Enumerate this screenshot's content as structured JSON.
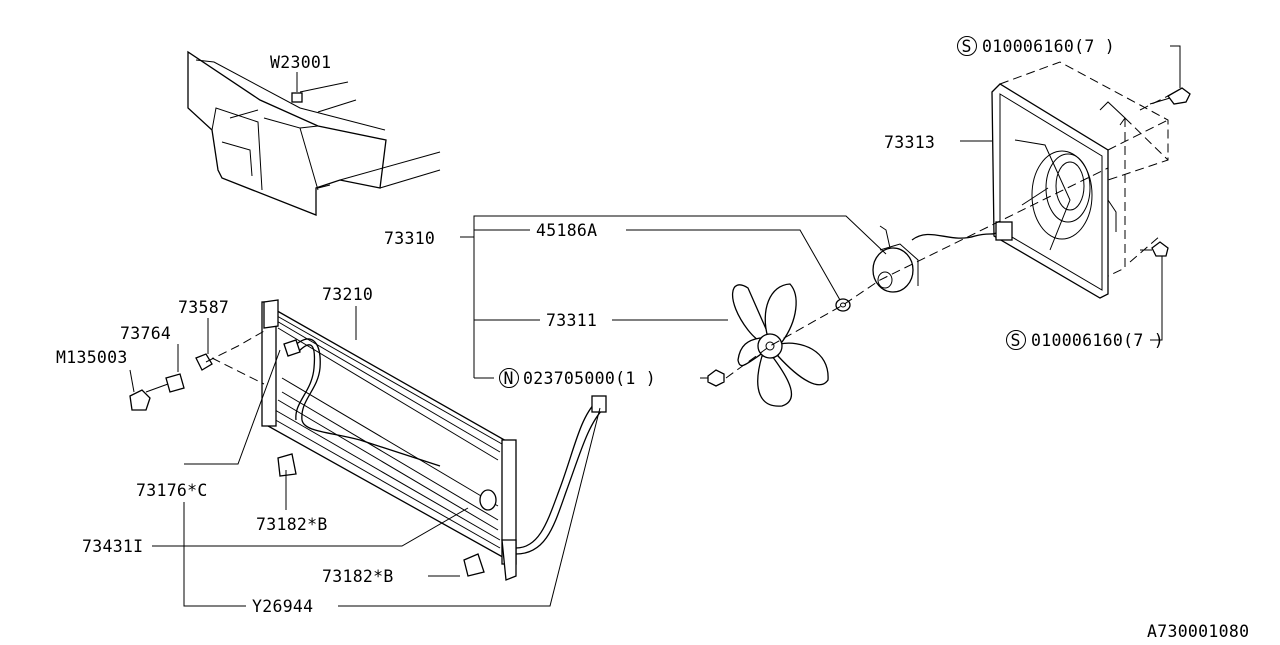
{
  "labels": {
    "w23001": "W23001",
    "s_top": "010006160(7  )",
    "s_bottom": "010006160(7  )",
    "p73313": "73313",
    "p73310": "73310",
    "p45186a": "45186A",
    "p73311": "73311",
    "n_nut": "023705000(1  )",
    "p73210": "73210",
    "p73587": "73587",
    "p73764": "73764",
    "m135003": "M135003",
    "p73176c": "73176*C",
    "p73182b_1": "73182*B",
    "p73431i": "73431I",
    "p73182b_2": "73182*B",
    "y26944": "Y26944",
    "diagram_code": "A730001080"
  },
  "symbols": {
    "s": "S",
    "n": "N"
  }
}
